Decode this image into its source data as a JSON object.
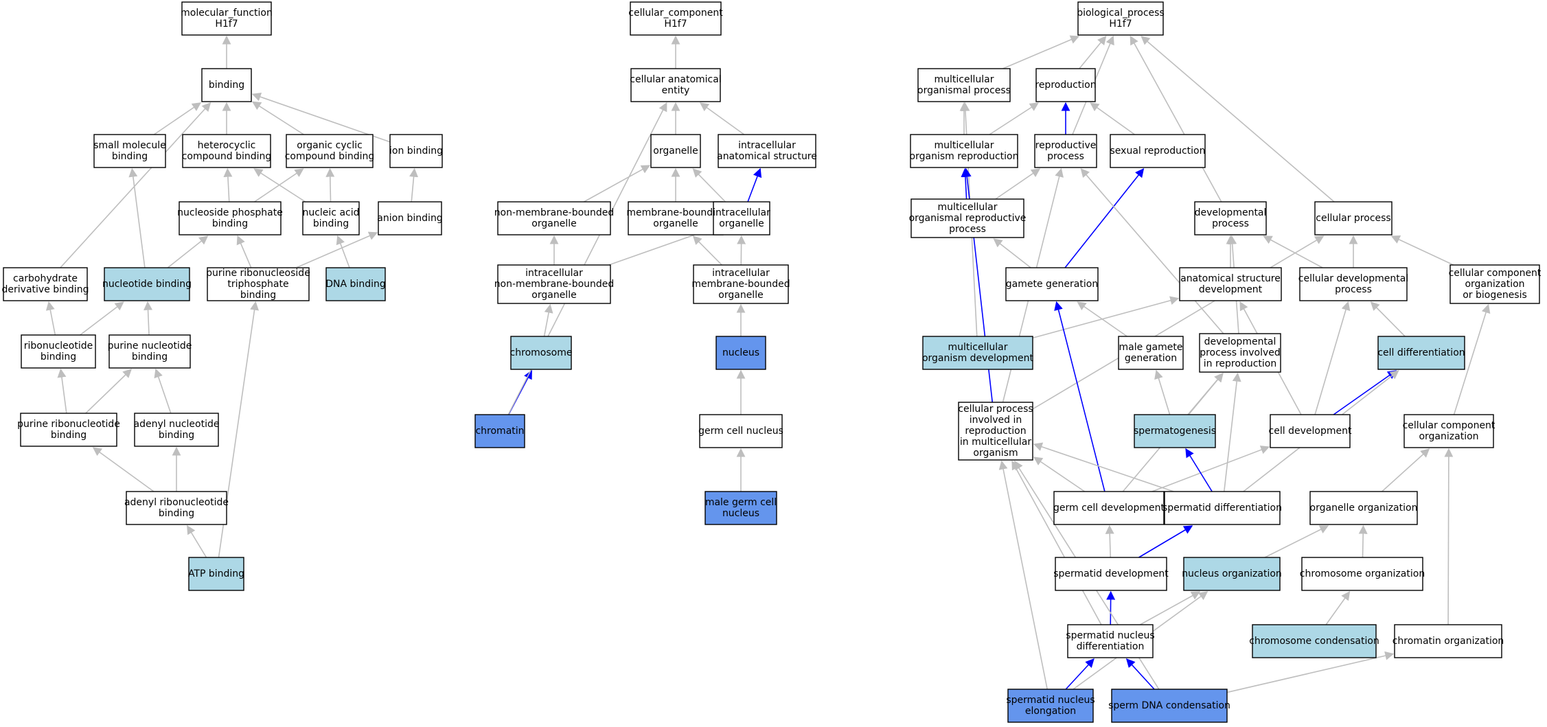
{
  "colors": {
    "plain": "#ffffff",
    "light": "#add8e6",
    "strong": "#6495ed",
    "edge_gray": "#bebebe",
    "edge_blue": "#0000ff"
  },
  "nodes": {
    "mf_root": {
      "lines": [
        "molecular_function",
        "H1f7"
      ],
      "fill": "plain"
    },
    "binding": {
      "lines": [
        "binding"
      ],
      "fill": "plain"
    },
    "small_mol": {
      "lines": [
        "small molecule",
        "binding"
      ],
      "fill": "plain"
    },
    "hetero": {
      "lines": [
        "heterocyclic",
        "compound binding"
      ],
      "fill": "plain"
    },
    "orgcyc": {
      "lines": [
        "organic cyclic",
        "compound binding"
      ],
      "fill": "plain"
    },
    "ion": {
      "lines": [
        "ion binding"
      ],
      "fill": "plain"
    },
    "nucphos": {
      "lines": [
        "nucleoside phosphate",
        "binding"
      ],
      "fill": "plain"
    },
    "nucacid": {
      "lines": [
        "nucleic acid",
        "binding"
      ],
      "fill": "plain"
    },
    "anion": {
      "lines": [
        "anion binding"
      ],
      "fill": "plain"
    },
    "carb": {
      "lines": [
        "carbohydrate",
        "derivative binding"
      ],
      "fill": "plain"
    },
    "nucleotide": {
      "lines": [
        "nucleotide binding"
      ],
      "fill": "light"
    },
    "prntp": {
      "lines": [
        "purine ribonucleoside",
        "triphosphate",
        "binding"
      ],
      "fill": "plain"
    },
    "dna": {
      "lines": [
        "DNA binding"
      ],
      "fill": "light"
    },
    "ribonuc": {
      "lines": [
        "ribonucleotide",
        "binding"
      ],
      "fill": "plain"
    },
    "purnuc": {
      "lines": [
        "purine nucleotide",
        "binding"
      ],
      "fill": "plain"
    },
    "purribo": {
      "lines": [
        "purine ribonucleotide",
        "binding"
      ],
      "fill": "plain"
    },
    "adenyl": {
      "lines": [
        "adenyl nucleotide",
        "binding"
      ],
      "fill": "plain"
    },
    "adenylribo": {
      "lines": [
        "adenyl ribonucleotide",
        "binding"
      ],
      "fill": "plain"
    },
    "atp": {
      "lines": [
        "ATP binding"
      ],
      "fill": "light"
    },
    "cc_root": {
      "lines": [
        "cellular_component",
        "H1f7"
      ],
      "fill": "plain"
    },
    "cae": {
      "lines": [
        "cellular anatomical",
        "entity"
      ],
      "fill": "plain"
    },
    "organelle": {
      "lines": [
        "organelle"
      ],
      "fill": "plain"
    },
    "ias": {
      "lines": [
        "intracellular",
        "anatomical structure"
      ],
      "fill": "plain"
    },
    "nmbo": {
      "lines": [
        "non-membrane-bounded",
        "organelle"
      ],
      "fill": "plain"
    },
    "mbo": {
      "lines": [
        "membrane-bounded",
        "organelle"
      ],
      "fill": "plain"
    },
    "io": {
      "lines": [
        "intracellular",
        "organelle"
      ],
      "fill": "plain"
    },
    "inmbo": {
      "lines": [
        "intracellular",
        "non-membrane-bounded",
        "organelle"
      ],
      "fill": "plain"
    },
    "imbo": {
      "lines": [
        "intracellular",
        "membrane-bounded",
        "organelle"
      ],
      "fill": "plain"
    },
    "chromosome": {
      "lines": [
        "chromosome"
      ],
      "fill": "light"
    },
    "nucleus": {
      "lines": [
        "nucleus"
      ],
      "fill": "strong"
    },
    "chromatin": {
      "lines": [
        "chromatin"
      ],
      "fill": "strong"
    },
    "gcn": {
      "lines": [
        "germ cell nucleus"
      ],
      "fill": "plain"
    },
    "mgcn": {
      "lines": [
        "male germ cell",
        "nucleus"
      ],
      "fill": "strong"
    },
    "bp_root": {
      "lines": [
        "biological_process",
        "H1f7"
      ],
      "fill": "plain"
    },
    "mop": {
      "lines": [
        "multicellular",
        "organismal process"
      ],
      "fill": "plain"
    },
    "repro": {
      "lines": [
        "reproduction"
      ],
      "fill": "plain"
    },
    "mor": {
      "lines": [
        "multicellular",
        "organism reproduction"
      ],
      "fill": "plain"
    },
    "rp": {
      "lines": [
        "reproductive",
        "process"
      ],
      "fill": "plain"
    },
    "sexrep": {
      "lines": [
        "sexual reproduction"
      ],
      "fill": "plain"
    },
    "morp": {
      "lines": [
        "multicellular",
        "organismal reproductive",
        "process"
      ],
      "fill": "plain"
    },
    "devproc": {
      "lines": [
        "developmental",
        "process"
      ],
      "fill": "plain"
    },
    "cellproc": {
      "lines": [
        "cellular process"
      ],
      "fill": "plain"
    },
    "gamgen": {
      "lines": [
        "gamete generation"
      ],
      "fill": "plain"
    },
    "asd": {
      "lines": [
        "anatomical structure",
        "development"
      ],
      "fill": "plain"
    },
    "cdp": {
      "lines": [
        "cellular developmental",
        "process"
      ],
      "fill": "plain"
    },
    "ccob": {
      "lines": [
        "cellular component",
        "organization",
        "or biogenesis"
      ],
      "fill": "plain"
    },
    "mod": {
      "lines": [
        "multicellular",
        "organism development"
      ],
      "fill": "light"
    },
    "mgg": {
      "lines": [
        "male gamete",
        "generation"
      ],
      "fill": "plain"
    },
    "dpir": {
      "lines": [
        "developmental",
        "process involved",
        "in reproduction"
      ],
      "fill": "plain"
    },
    "celldiff": {
      "lines": [
        "cell differentiation"
      ],
      "fill": "light"
    },
    "cpirmo": {
      "lines": [
        "cellular process",
        "involved in",
        "reproduction",
        "in multicellular",
        "organism"
      ],
      "fill": "plain"
    },
    "spermato": {
      "lines": [
        "spermatogenesis"
      ],
      "fill": "light"
    },
    "celldev": {
      "lines": [
        "cell development"
      ],
      "fill": "plain"
    },
    "cco": {
      "lines": [
        "cellular component",
        "organization"
      ],
      "fill": "plain"
    },
    "gcd": {
      "lines": [
        "germ cell development"
      ],
      "fill": "plain"
    },
    "sdiff": {
      "lines": [
        "spermatid differentiation"
      ],
      "fill": "plain"
    },
    "orgorg": {
      "lines": [
        "organelle organization"
      ],
      "fill": "plain"
    },
    "sdev": {
      "lines": [
        "spermatid development"
      ],
      "fill": "plain"
    },
    "nucorg": {
      "lines": [
        "nucleus organization"
      ],
      "fill": "light"
    },
    "chromorg": {
      "lines": [
        "chromosome organization"
      ],
      "fill": "plain"
    },
    "snd": {
      "lines": [
        "spermatid nucleus",
        "differentiation"
      ],
      "fill": "plain"
    },
    "chromcond": {
      "lines": [
        "chromosome condensation"
      ],
      "fill": "light"
    },
    "chromatinorg": {
      "lines": [
        "chromatin organization"
      ],
      "fill": "plain"
    },
    "sne": {
      "lines": [
        "spermatid nucleus",
        "elongation"
      ],
      "fill": "strong"
    },
    "sdc": {
      "lines": [
        "sperm DNA condensation"
      ],
      "fill": "strong"
    }
  },
  "edges": [
    [
      "binding",
      "mf_root",
      "gray"
    ],
    [
      "small_mol",
      "binding",
      "gray"
    ],
    [
      "hetero",
      "binding",
      "gray"
    ],
    [
      "orgcyc",
      "binding",
      "gray"
    ],
    [
      "ion",
      "binding",
      "gray"
    ],
    [
      "carb",
      "binding",
      "gray"
    ],
    [
      "nucphos",
      "hetero",
      "gray"
    ],
    [
      "nucphos",
      "orgcyc",
      "gray"
    ],
    [
      "nucacid",
      "hetero",
      "gray"
    ],
    [
      "nucacid",
      "orgcyc",
      "gray"
    ],
    [
      "anion",
      "ion",
      "gray"
    ],
    [
      "nucleotide",
      "small_mol",
      "gray"
    ],
    [
      "nucleotide",
      "nucphos",
      "gray"
    ],
    [
      "prntp",
      "nucphos",
      "gray"
    ],
    [
      "prntp",
      "anion",
      "gray"
    ],
    [
      "dna",
      "nucacid",
      "gray"
    ],
    [
      "ribonuc",
      "carb",
      "gray"
    ],
    [
      "ribonuc",
      "nucleotide",
      "gray"
    ],
    [
      "purnuc",
      "nucleotide",
      "gray"
    ],
    [
      "purribo",
      "ribonuc",
      "gray"
    ],
    [
      "purribo",
      "purnuc",
      "gray"
    ],
    [
      "adenyl",
      "purnuc",
      "gray"
    ],
    [
      "adenylribo",
      "purribo",
      "gray"
    ],
    [
      "adenylribo",
      "adenyl",
      "gray"
    ],
    [
      "atp",
      "adenylribo",
      "gray"
    ],
    [
      "atp",
      "prntp",
      "gray"
    ],
    [
      "cae",
      "cc_root",
      "gray"
    ],
    [
      "organelle",
      "cae",
      "gray"
    ],
    [
      "ias",
      "cae",
      "gray"
    ],
    [
      "nmbo",
      "organelle",
      "gray"
    ],
    [
      "mbo",
      "organelle",
      "gray"
    ],
    [
      "io",
      "organelle",
      "gray"
    ],
    [
      "io",
      "ias",
      "blue"
    ],
    [
      "inmbo",
      "nmbo",
      "gray"
    ],
    [
      "inmbo",
      "io",
      "gray"
    ],
    [
      "imbo",
      "mbo",
      "gray"
    ],
    [
      "imbo",
      "io",
      "gray"
    ],
    [
      "chromosome",
      "inmbo",
      "gray"
    ],
    [
      "nucleus",
      "imbo",
      "gray"
    ],
    [
      "chromatin",
      "chromosome",
      "blue"
    ],
    [
      "chromatin",
      "cae",
      "gray"
    ],
    [
      "gcn",
      "nucleus",
      "gray"
    ],
    [
      "mgcn",
      "gcn",
      "gray"
    ],
    [
      "mop",
      "bp_root",
      "gray"
    ],
    [
      "repro",
      "bp_root",
      "gray"
    ],
    [
      "rp",
      "bp_root",
      "gray"
    ],
    [
      "devproc",
      "bp_root",
      "gray"
    ],
    [
      "cellproc",
      "bp_root",
      "gray"
    ],
    [
      "mor",
      "mop",
      "gray"
    ],
    [
      "mor",
      "repro",
      "gray"
    ],
    [
      "rp",
      "repro",
      "blue"
    ],
    [
      "sexrep",
      "repro",
      "gray"
    ],
    [
      "morp",
      "mor",
      "blue"
    ],
    [
      "morp",
      "rp",
      "gray"
    ],
    [
      "gamgen",
      "sexrep",
      "blue"
    ],
    [
      "gamgen",
      "morp",
      "gray"
    ],
    [
      "asd",
      "devproc",
      "gray"
    ],
    [
      "cdp",
      "devproc",
      "gray"
    ],
    [
      "cdp",
      "cellproc",
      "gray"
    ],
    [
      "ccob",
      "cellproc",
      "gray"
    ],
    [
      "mod",
      "mop",
      "gray"
    ],
    [
      "mod",
      "asd",
      "gray"
    ],
    [
      "mgg",
      "gamgen",
      "gray"
    ],
    [
      "dpir",
      "devproc",
      "gray"
    ],
    [
      "dpir",
      "rp",
      "gray"
    ],
    [
      "celldiff",
      "cdp",
      "gray"
    ],
    [
      "cpirmo",
      "mor",
      "blue"
    ],
    [
      "cpirmo",
      "rp",
      "gray"
    ],
    [
      "cpirmo",
      "cellproc",
      "gray"
    ],
    [
      "spermato",
      "mgg",
      "gray"
    ],
    [
      "spermato",
      "dpir",
      "gray"
    ],
    [
      "celldev",
      "cdp",
      "gray"
    ],
    [
      "celldev",
      "asd",
      "gray"
    ],
    [
      "celldev",
      "celldiff",
      "blue"
    ],
    [
      "cco",
      "ccob",
      "gray"
    ],
    [
      "gcd",
      "gamgen",
      "blue"
    ],
    [
      "gcd",
      "cpirmo",
      "gray"
    ],
    [
      "gcd",
      "celldev",
      "gray"
    ],
    [
      "gcd",
      "dpir",
      "gray"
    ],
    [
      "sdiff",
      "spermato",
      "blue"
    ],
    [
      "sdiff",
      "cpirmo",
      "gray"
    ],
    [
      "sdiff",
      "celldiff",
      "gray"
    ],
    [
      "sdiff",
      "dpir",
      "gray"
    ],
    [
      "orgorg",
      "cco",
      "gray"
    ],
    [
      "sdev",
      "sdiff",
      "blue"
    ],
    [
      "sdev",
      "gcd",
      "gray"
    ],
    [
      "nucorg",
      "orgorg",
      "gray"
    ],
    [
      "chromorg",
      "orgorg",
      "gray"
    ],
    [
      "snd",
      "sdev",
      "blue"
    ],
    [
      "snd",
      "nucorg",
      "gray"
    ],
    [
      "snd",
      "cpirmo",
      "gray"
    ],
    [
      "chromcond",
      "chromorg",
      "gray"
    ],
    [
      "chromatinorg",
      "cco",
      "gray"
    ],
    [
      "sne",
      "snd",
      "blue"
    ],
    [
      "sne",
      "nucorg",
      "gray"
    ],
    [
      "sne",
      "cpirmo",
      "gray"
    ],
    [
      "sdc",
      "snd",
      "blue"
    ],
    [
      "sdc",
      "chromatinorg",
      "gray"
    ],
    [
      "sdc",
      "cpirmo",
      "gray"
    ]
  ]
}
